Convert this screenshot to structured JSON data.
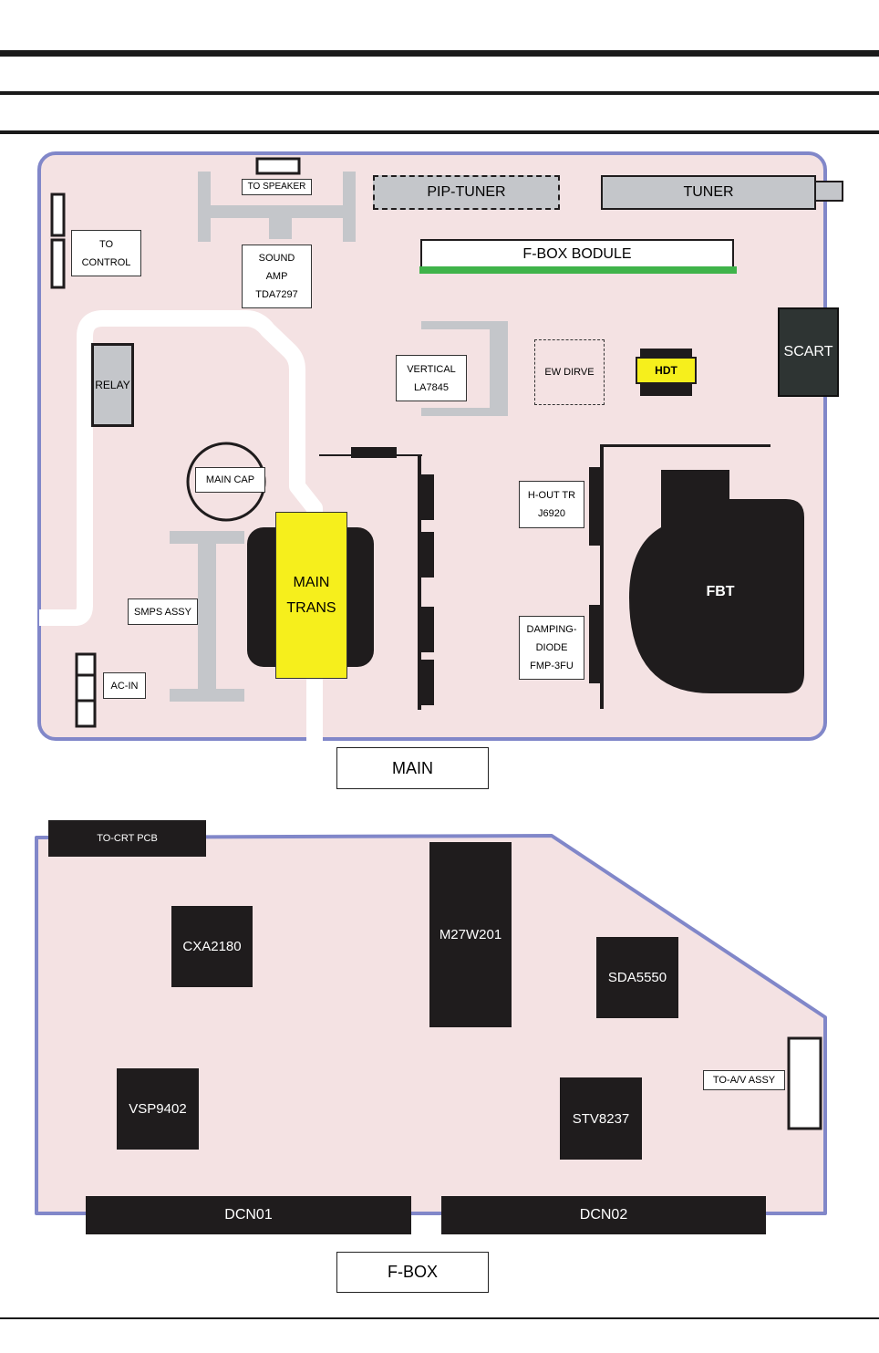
{
  "main_board": {
    "caption": "MAIN",
    "to_speaker": "TO  SPEAKER",
    "pip_tuner": "PIP-TUNER",
    "tuner": "TUNER",
    "to_control": "TO\nCONTROL",
    "sound_amp": "SOUND\nAMP\nTDA7297",
    "f_box_module": "F-BOX  BODULE",
    "scart": "SCART",
    "relay": "RELAY",
    "vertical": "VERTICAL\nLA7845",
    "ew_drive": "EW  DIRVE",
    "hdt": "HDT",
    "main_cap": "MAIN  CAP",
    "h_out_tr": "H-OUT TR\nJ6920",
    "fbt": "FBT",
    "smps_assy": "SMPS  ASSY",
    "main_trans": "MAIN\nTRANS",
    "damping_diode": "DAMPING-\nDIODE\nFMP-3FU",
    "ac_in": "AC-IN"
  },
  "fbox_board": {
    "caption": "F-BOX",
    "to_crt_pcb": "TO-CRT  PCB",
    "cxa2180": "CXA2180",
    "m27w201": "M27W201",
    "sda5550": "SDA5550",
    "vsp9402": "VSP9402",
    "stv8237": "STV8237",
    "to_av_assy": "TO-A/V  ASSY",
    "dcn01": "DCN01",
    "dcn02": "DCN02"
  },
  "colors": {
    "board_fill": "#f4e2e3",
    "board_border": "#8187c9",
    "component_grey": "#c4c6ca",
    "chip_black": "#1f1c1d",
    "highlight_yellow": "#f6ef1c",
    "module_green": "#3fb34a",
    "scart_dark": "#2e3433"
  }
}
